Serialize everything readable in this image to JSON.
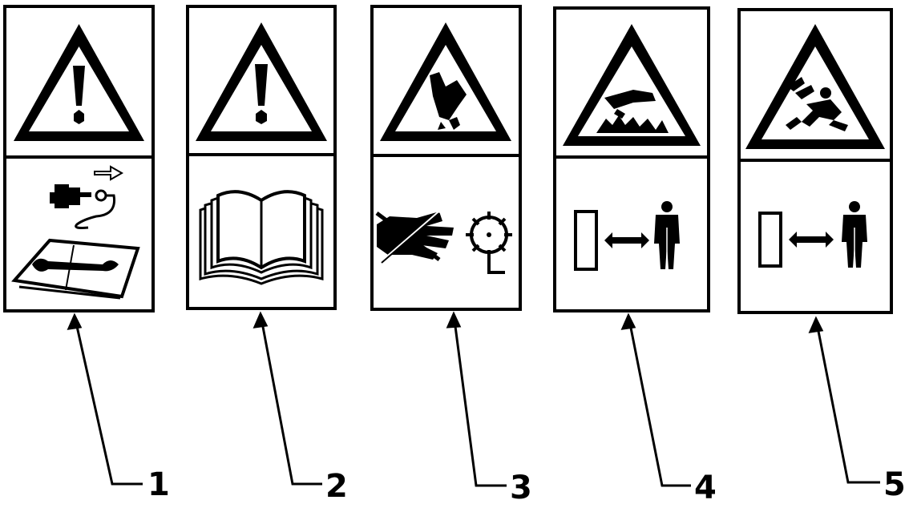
{
  "callouts": [
    {
      "number": "1",
      "hazard_icon": "exclamation-icon",
      "instruction_icon": "service-disconnect-manual-icon"
    },
    {
      "number": "2",
      "hazard_icon": "exclamation-icon",
      "instruction_icon": "operator-manual-icon"
    },
    {
      "number": "3",
      "hazard_icon": "hand-cut-hazard-icon",
      "instruction_icon": "keep-hands-away-rotating-blade-icon"
    },
    {
      "number": "4",
      "hazard_icon": "crush-hazard-icon",
      "instruction_icon": "keep-safe-distance-icon"
    },
    {
      "number": "5",
      "hazard_icon": "thrown-object-person-hazard-icon",
      "instruction_icon": "keep-safe-distance-icon"
    }
  ],
  "colors": {
    "ink": "#000000",
    "paper": "#ffffff"
  }
}
